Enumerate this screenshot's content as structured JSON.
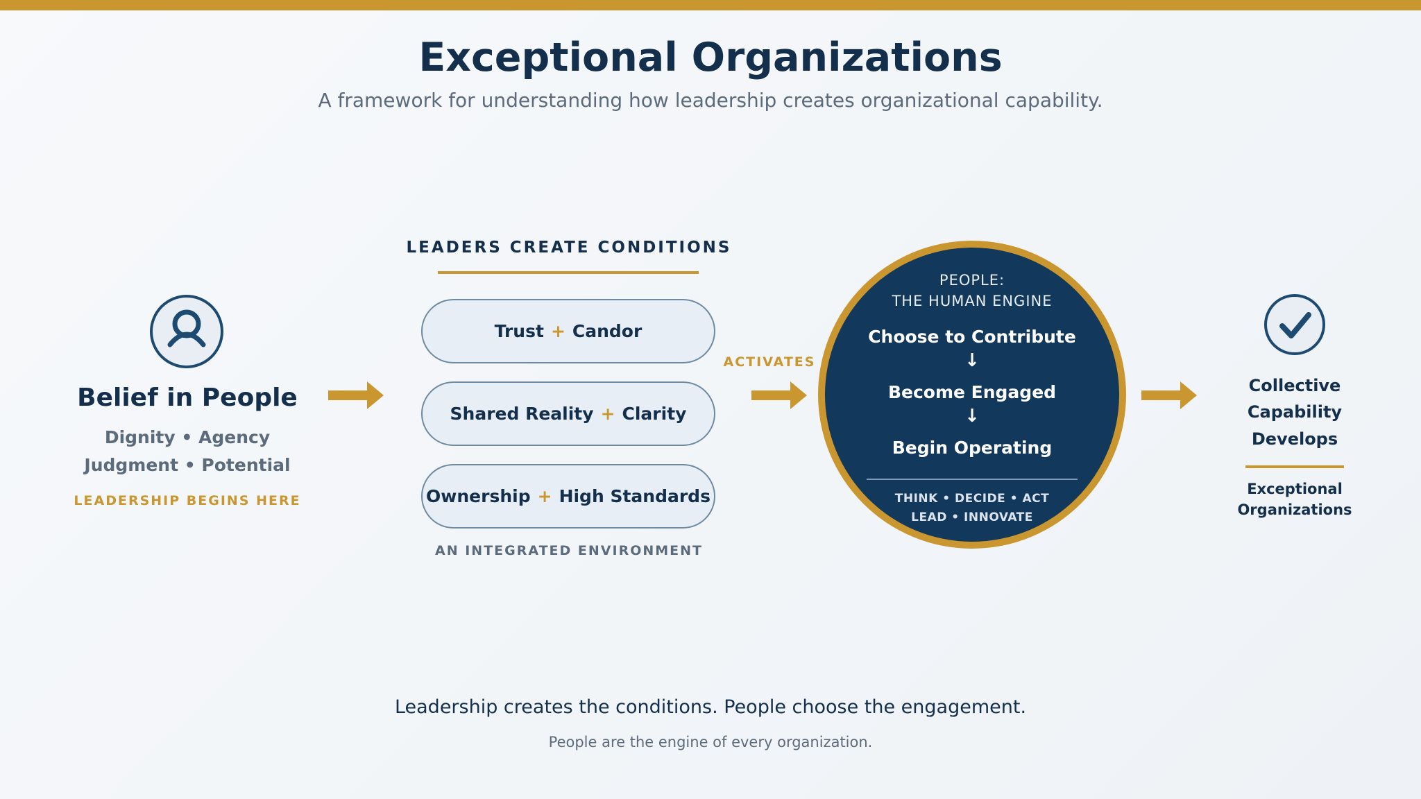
{
  "colors": {
    "accent": "#c9962f",
    "navy": "#12385b",
    "text_dark": "#132f4c",
    "text_muted": "#5b6b7c",
    "pill_fill": "#e8eef5"
  },
  "header": {
    "title": "Exceptional Organizations",
    "subtitle": "A framework for understanding how leadership creates organizational capability."
  },
  "belief": {
    "icon": "person-icon",
    "title": "Belief in People",
    "line1": "Dignity • Agency",
    "line2": "Judgment • Potential",
    "tagline": "LEADERSHIP BEGINS HERE"
  },
  "conditions": {
    "header": "LEADERS CREATE CONDITIONS",
    "pills": [
      {
        "left": "Trust",
        "plus": "+",
        "right": "Candor"
      },
      {
        "left": "Shared Reality",
        "plus": "+",
        "right": "Clarity"
      },
      {
        "left": "Ownership",
        "plus": "+",
        "right": "High Standards"
      }
    ],
    "footer": "AN INTEGRATED ENVIRONMENT"
  },
  "connector": {
    "activates": "ACTIVATES"
  },
  "engine": {
    "heading1": "PEOPLE:",
    "heading2": "THE HUMAN ENGINE",
    "steps": [
      "Choose to Contribute",
      "Become Engaged",
      "Begin Operating"
    ],
    "step_arrow": "↓",
    "footer1": "THINK • DECIDE • ACT",
    "footer2": "LEAD • INNOVATE"
  },
  "outcome": {
    "icon": "checkmark-icon",
    "lines": [
      "Collective",
      "Capability",
      "Develops"
    ],
    "result": [
      "Exceptional",
      "Organizations"
    ]
  },
  "footer": {
    "main": "Leadership creates the conditions. People choose the engagement.",
    "sub": "People are the engine of every organization."
  }
}
